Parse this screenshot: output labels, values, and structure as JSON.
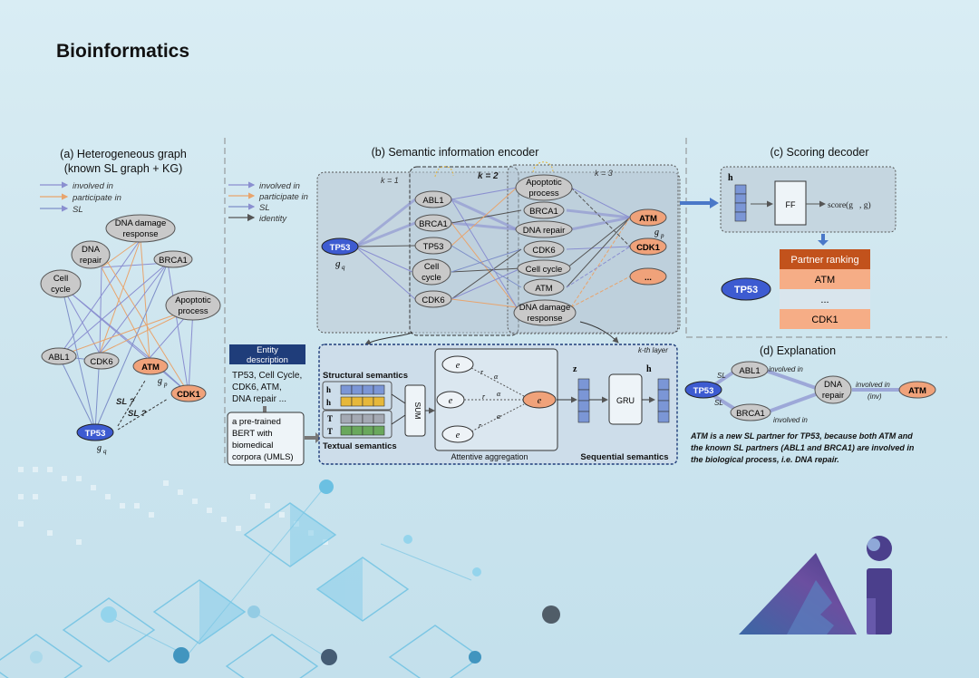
{
  "header": {
    "title": "Bioinformatics"
  },
  "panel_a": {
    "title_line1": "(a) Heterogeneous graph",
    "title_line2": "(known SL graph + KG)",
    "legend": [
      "involved in",
      "participate in",
      "SL"
    ],
    "nodes": {
      "dna_damage_1": "DNA damage",
      "dna_damage_2": "response",
      "dna_repair_1": "DNA",
      "dna_repair_2": "repair",
      "brca1": "BRCA1",
      "cell_cycle_1": "Cell",
      "cell_cycle_2": "cycle",
      "apoptotic_1": "Apoptotic",
      "apoptotic_2": "process",
      "abl1": "ABL1",
      "cdk6": "CDK6",
      "atm": "ATM",
      "cdk1": "CDK1",
      "tp53": "TP53"
    },
    "sl_query": "SL ?",
    "gq": "g",
    "gq_sub": "q",
    "gp": "g",
    "gp_sub": "p"
  },
  "panel_b": {
    "title": "(b) Semantic information encoder",
    "legend": [
      "involved in",
      "participate in",
      "SL",
      "identity"
    ],
    "k1": "k = 1",
    "k2": "k = 2",
    "k3": "k = 3",
    "tp53": "TP53",
    "col1": [
      "ABL1",
      "BRCA1",
      "TP53",
      "Cell",
      "cycle",
      "CDK6"
    ],
    "col2": [
      "Apoptotic",
      "process",
      "BRCA1",
      "DNA repair",
      "CDK6",
      "Cell cycle",
      "ATM",
      "DNA damage",
      "response"
    ],
    "col3": [
      "ATM",
      "CDK1",
      "..."
    ],
    "entity_desc_1": "Entity",
    "entity_desc_2": "description",
    "entity_text": [
      "TP53,  Cell Cycle,",
      "CDK6, ATM,",
      "DNA repair ..."
    ],
    "bert_text": [
      "a pre-trained",
      "BERT with",
      "biomedical",
      "corpora (UMLS)"
    ],
    "structural": "Structural semantics",
    "textual": "Textual semantics",
    "sum": "SUM",
    "attentive": "Attentive  aggregation",
    "sequential": "Sequential semantics",
    "gru": "GRU",
    "kth_layer": "k-th layer"
  },
  "panel_c": {
    "title": "(c) Scoring decoder",
    "ff": "FF",
    "score": "score(g",
    "partner_ranking": "Partner ranking",
    "ranking": [
      "ATM",
      "...",
      "CDK1"
    ],
    "tp53": "TP53"
  },
  "panel_d": {
    "title": "(d) Explanation",
    "tp53": "TP53",
    "abl1": "ABL1",
    "brca1": "BRCA1",
    "dna_1": "DNA",
    "dna_2": "repair",
    "atm": "ATM",
    "sl": "SL",
    "involved_in": "involved in",
    "involved_inv": "involved in",
    "inv": "(inv)",
    "explanation": [
      "ATM is a new SL partner for TP53, because both ATM and",
      "the known SL partners (ABL1 and BRCA1) are involved in",
      "the biological process, i.e. DNA repair."
    ]
  },
  "colors": {
    "gene_gray": "#c9c9c9",
    "atm_orange": "#f0a27a",
    "tp53_blue": "#3d5bd1",
    "involved": "#8a8fd0",
    "participate": "#e8a46d",
    "sl": "#7e8fc8",
    "rank_header": "#c2521c",
    "rank_orange": "#f6ad86",
    "logo_dark": "#4b3f8c"
  }
}
